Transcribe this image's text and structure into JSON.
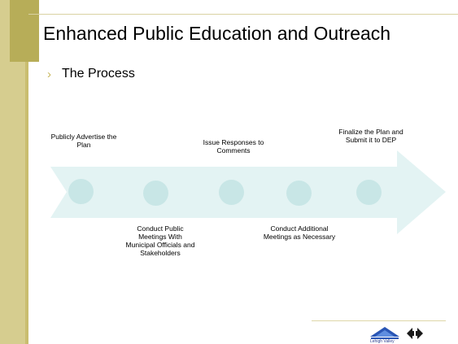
{
  "slide": {
    "title": "Enhanced Public Education and Outreach",
    "bullet": "The Process"
  },
  "steps_top": [
    "Publicly Advertise the Plan",
    "Issue Responses to Comments",
    "Finalize the Plan and Submit it to DEP"
  ],
  "steps_bottom": [
    "Conduct Public Meetings With Municipal Officials and Stakeholders",
    "Conduct Additional Meetings as Necessary"
  ],
  "logo": {
    "caption": "Lehigh Valley"
  },
  "colors": {
    "band": "#d6cd8f",
    "accent": "#b7ad58",
    "arrow": "#e3f3f3",
    "circle": "#c8e6e6"
  }
}
